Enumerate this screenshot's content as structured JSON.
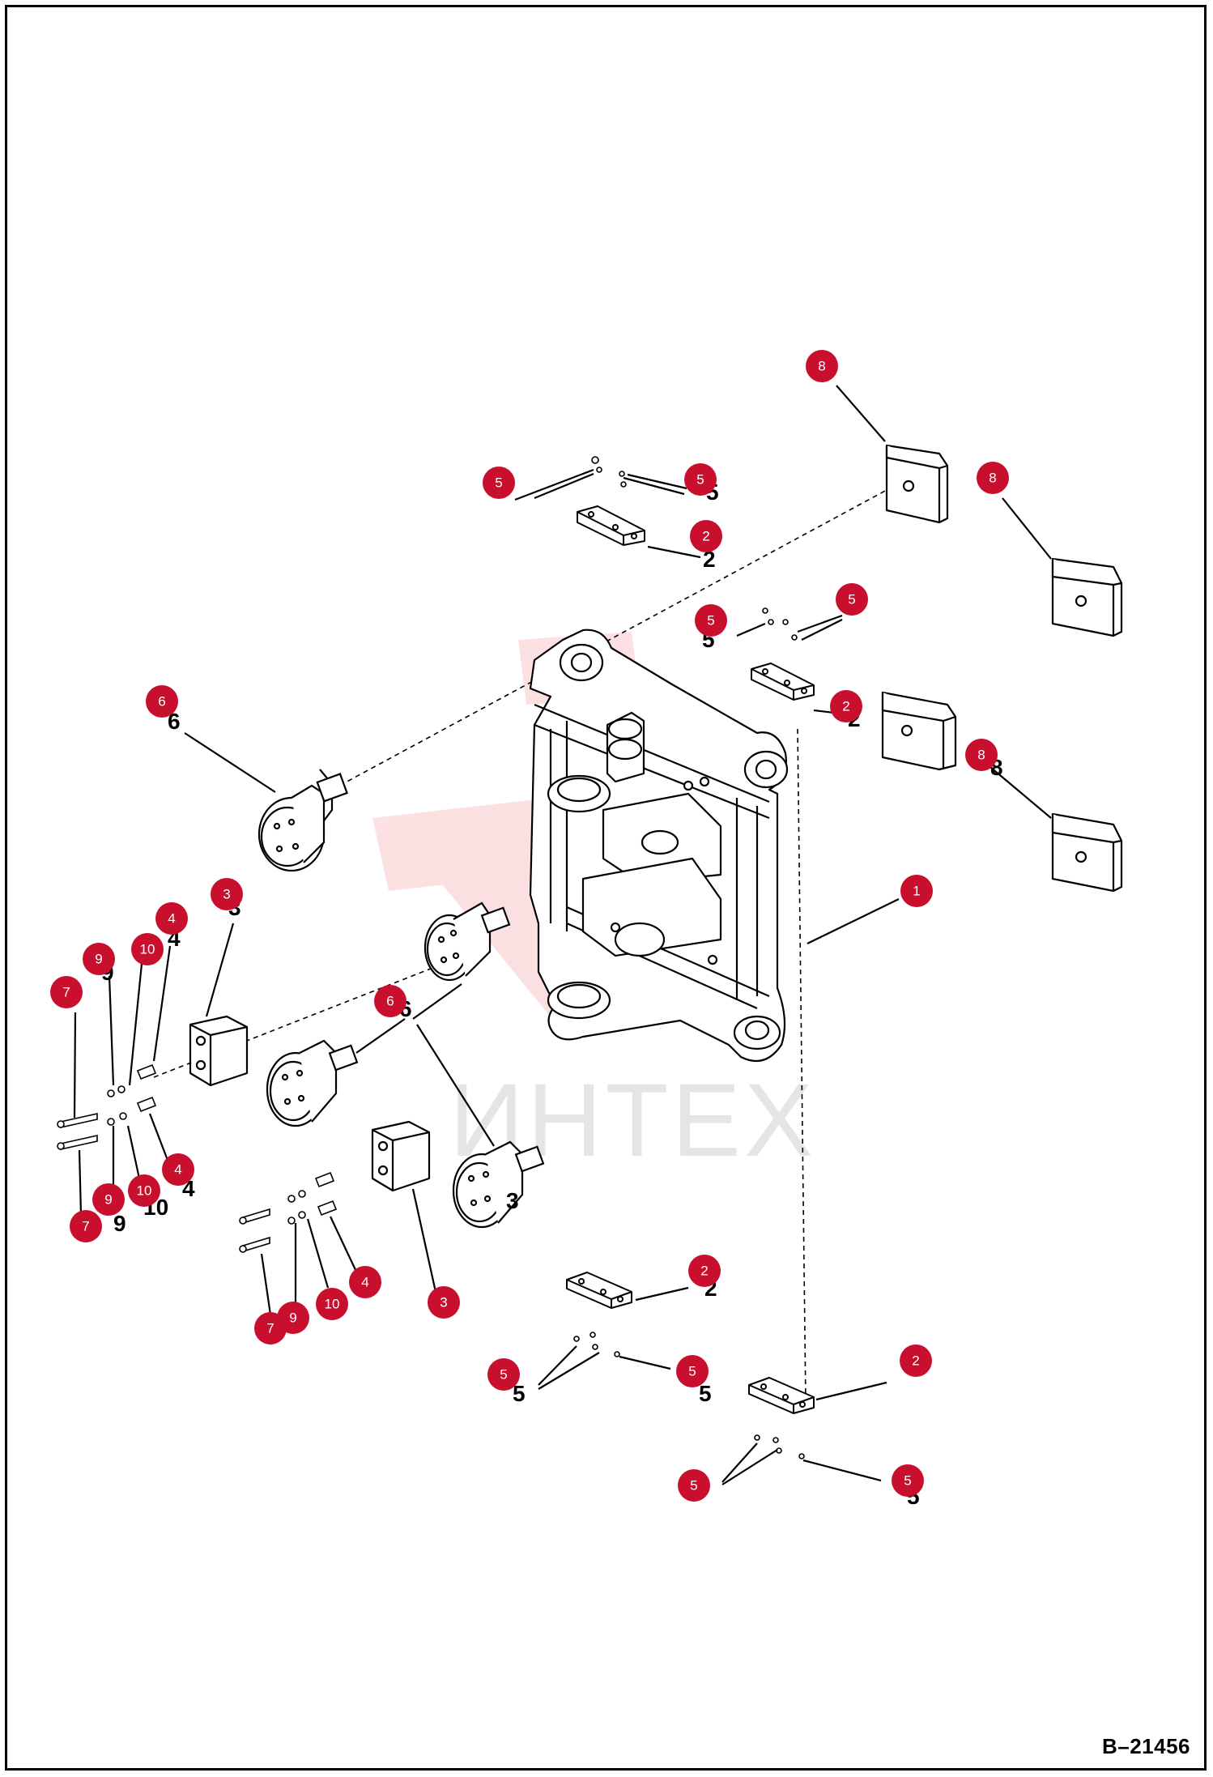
{
  "drawing_code": "B–21456",
  "watermark": {
    "text": "ИНТЕХ",
    "color": "#e8383d"
  },
  "colors": {
    "callout": "#c8102e",
    "line": "#000000"
  },
  "callouts": [
    {
      "label": "8"
    },
    {
      "label": "5"
    },
    {
      "label": "5"
    },
    {
      "label": "8"
    },
    {
      "label": "2"
    },
    {
      "label": "5"
    },
    {
      "label": "5"
    },
    {
      "label": "6"
    },
    {
      "label": "2"
    },
    {
      "label": "8"
    },
    {
      "label": "1"
    },
    {
      "label": "3"
    },
    {
      "label": "4"
    },
    {
      "label": "10"
    },
    {
      "label": "9"
    },
    {
      "label": "7"
    },
    {
      "label": "6"
    },
    {
      "label": "4"
    },
    {
      "label": "10"
    },
    {
      "label": "9"
    },
    {
      "label": "7"
    },
    {
      "label": "4"
    },
    {
      "label": "10"
    },
    {
      "label": "9"
    },
    {
      "label": "7"
    },
    {
      "label": "3"
    },
    {
      "label": "2"
    },
    {
      "label": "5"
    },
    {
      "label": "5"
    },
    {
      "label": "2"
    },
    {
      "label": "5"
    },
    {
      "label": "5"
    }
  ]
}
